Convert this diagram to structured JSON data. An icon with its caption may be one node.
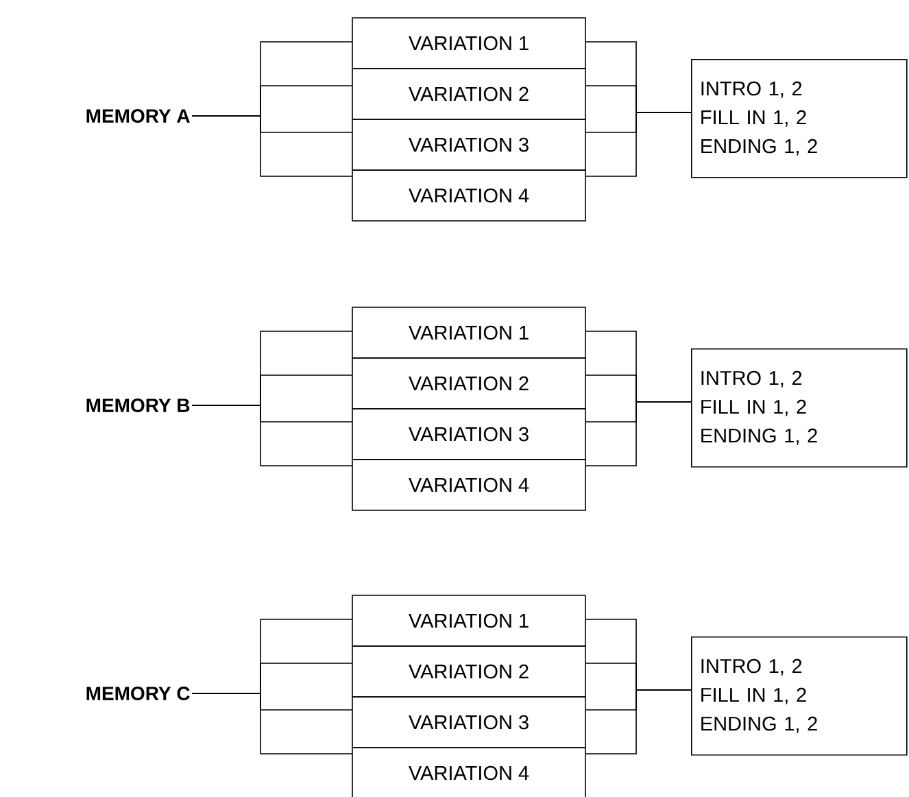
{
  "diagram": {
    "nodes": [
      {
        "text": [
          "MEMORY A"
        ]
      },
      {
        "text": [
          "VARIATION 1"
        ]
      },
      {
        "text": [
          "VARIATION 2"
        ]
      },
      {
        "text": [
          "VARIATION 3"
        ]
      },
      {
        "text": [
          "VARIATION 4"
        ]
      },
      {
        "text": [
          "INTRO 1, 2",
          "FILL IN 1, 2",
          "ENDING 1, 2"
        ]
      },
      {
        "text": [
          "MEMORY B"
        ]
      },
      {
        "text": [
          "VARIATION 1"
        ]
      },
      {
        "text": [
          "VARIATION 2"
        ]
      },
      {
        "text": [
          "VARIATION 3"
        ]
      },
      {
        "text": [
          "VARIATION 4"
        ]
      },
      {
        "text": [
          "INTRO 1, 2",
          "FILL IN 1, 2",
          "ENDING 1, 2"
        ]
      },
      {
        "text": [
          "MEMORY C"
        ]
      },
      {
        "text": [
          "VARIATION 1"
        ]
      },
      {
        "text": [
          "VARIATION 2"
        ]
      },
      {
        "text": [
          "VARIATION 3"
        ]
      },
      {
        "text": [
          "VARIATION 4"
        ]
      },
      {
        "text": [
          "INTRO 1, 2",
          "FILL IN 1, 2",
          "ENDING 1, 2"
        ]
      }
    ],
    "edges": [
      {
        "from": 0,
        "to": 1,
        "arrow": "none"
      },
      {
        "from": 0,
        "to": 2,
        "arrow": "none"
      },
      {
        "from": 0,
        "to": 3,
        "arrow": "none"
      },
      {
        "from": 0,
        "to": 4,
        "arrow": "none"
      },
      {
        "from": 1,
        "to": 5,
        "arrow": "none"
      },
      {
        "from": 2,
        "to": 5,
        "arrow": "none"
      },
      {
        "from": 3,
        "to": 5,
        "arrow": "none"
      },
      {
        "from": 4,
        "to": 5,
        "arrow": "none"
      },
      {
        "from": 6,
        "to": 7,
        "arrow": "none"
      },
      {
        "from": 6,
        "to": 8,
        "arrow": "none"
      },
      {
        "from": 6,
        "to": 9,
        "arrow": "none"
      },
      {
        "from": 6,
        "to": 10,
        "arrow": "none"
      },
      {
        "from": 7,
        "to": 11,
        "arrow": "none"
      },
      {
        "from": 8,
        "to": 11,
        "arrow": "none"
      },
      {
        "from": 9,
        "to": 11,
        "arrow": "none"
      },
      {
        "from": 10,
        "to": 11,
        "arrow": "none"
      },
      {
        "from": 12,
        "to": 13,
        "arrow": "none"
      },
      {
        "from": 12,
        "to": 14,
        "arrow": "none"
      },
      {
        "from": 12,
        "to": 15,
        "arrow": "none"
      },
      {
        "from": 12,
        "to": 16,
        "arrow": "none"
      },
      {
        "from": 13,
        "to": 17,
        "arrow": "none"
      },
      {
        "from": 14,
        "to": 17,
        "arrow": "none"
      },
      {
        "from": 15,
        "to": 17,
        "arrow": "none"
      },
      {
        "from": 16,
        "to": 17,
        "arrow": "none"
      }
    ]
  }
}
